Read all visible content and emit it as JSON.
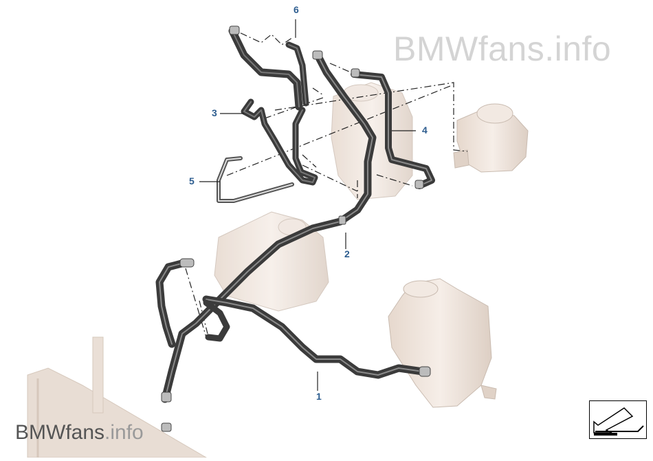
{
  "watermark": {
    "brand": "BMWfans",
    "suffix": ".info"
  },
  "callouts": [
    {
      "id": "1",
      "label": "1"
    },
    {
      "id": "2",
      "label": "2"
    },
    {
      "id": "3",
      "label": "3"
    },
    {
      "id": "4",
      "label": "4"
    },
    {
      "id": "5",
      "label": "5"
    },
    {
      "id": "6",
      "label": "6"
    }
  ],
  "colors": {
    "callout": "#2d5d8f",
    "hose": "#3b3b3b",
    "hose_highlight": "#7a7a7a",
    "reservoir_fill": "#efe4dc",
    "reservoir_stroke": "#c9bbb0",
    "watermark_light": "#d4d4d4"
  },
  "nav_icon": "arrow-down-left-icon"
}
